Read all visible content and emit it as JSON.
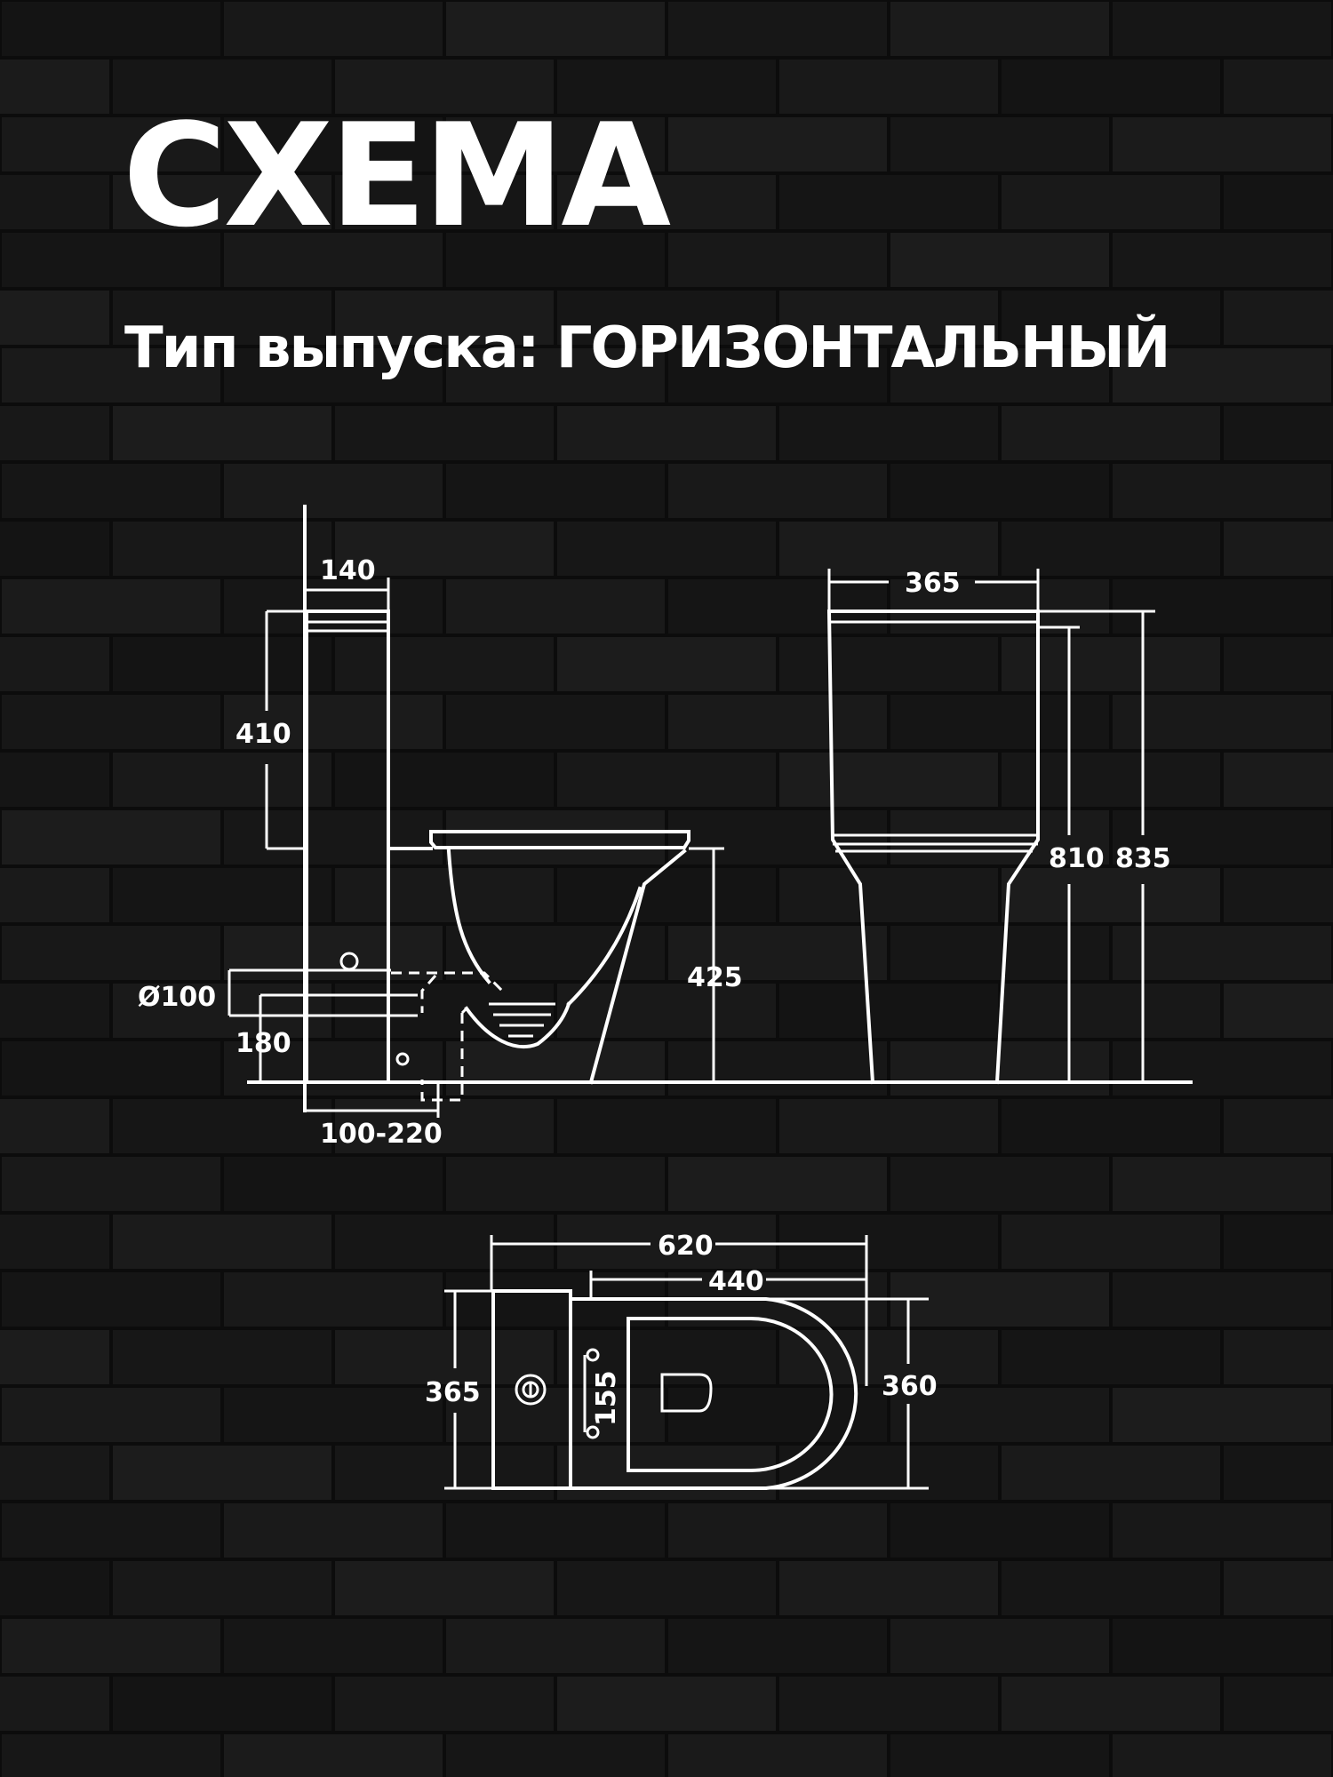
{
  "title": "СХЕМА",
  "subtitle": "Тип выпуска: ГОРИЗОНТАЛЬНЫЙ",
  "colors": {
    "background": "#0c0c0c",
    "brick": "#1a1a1a",
    "line": "#ffffff"
  },
  "side_view": {
    "tank_depth": "140",
    "tank_height": "410",
    "outlet_diameter": "Ø100",
    "outlet_height": "180",
    "outlet_offset": "100-220",
    "seat_height": "425"
  },
  "front_view": {
    "width": "365",
    "height_tank": "810",
    "height_total": "835"
  },
  "top_view": {
    "length_total": "620",
    "length_bowl": "440",
    "tank_width": "365",
    "mount_spacing": "155",
    "bowl_width": "360"
  }
}
